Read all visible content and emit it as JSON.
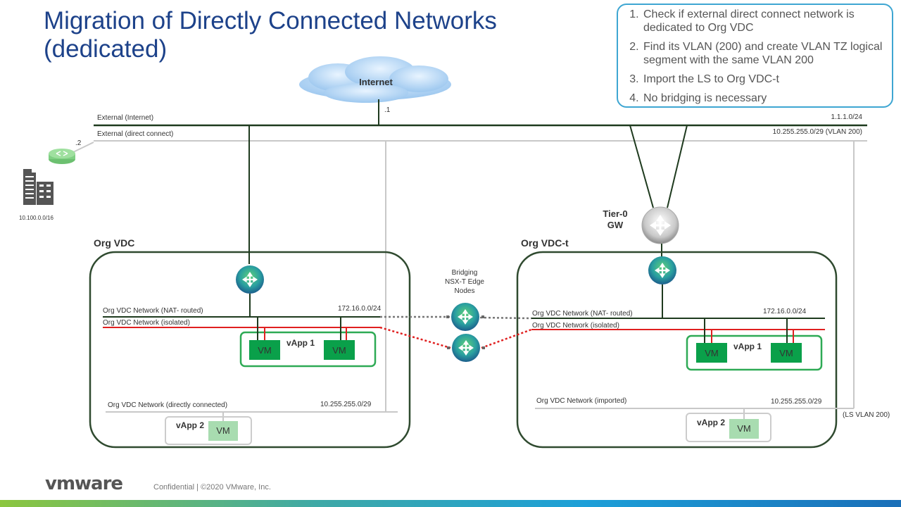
{
  "title_line1": "Migration of Directly Connected Networks",
  "title_line2": "(dedicated)",
  "steps": [
    "Check if external direct connect network is dedicated to Org VDC",
    "Find its VLAN (200) and create VLAN TZ logical segment with the same VLAN 200",
    "Import the LS to Org VDC-t",
    "No bridging is necessary"
  ],
  "labels": {
    "internet": "Internet",
    "dot1": ".1",
    "dot2": ".2",
    "ext_internet": "External (Internet)",
    "ext_direct": "External (direct connect)",
    "net_internet": "1.1.1.0/24",
    "net_direct": "10.255.255.0/29 (VLAN 200)",
    "building_net": "10.100.0.0/16",
    "tier0_line1": "Tier-0",
    "tier0_line2": "GW",
    "org_vdc": "Org VDC",
    "org_vdc_t": "Org VDC-t",
    "bridging_line1": "Bridging",
    "bridging_line2": "NSX-T Edge",
    "bridging_line3": "Nodes",
    "nat_routed": "Org VDC Network (NAT- routed)",
    "isolated": "Org VDC Network (isolated)",
    "nat_subnet": "172.16.0.0/24",
    "vapp1": "vApp 1",
    "vapp2": "vApp 2",
    "vm": "VM",
    "directly_connected": "Org VDC Network (directly connected)",
    "imported": "Org VDC Network (imported)",
    "dc_subnet": "10.255.255.0/29",
    "ls_vlan": "(LS VLAN 200)"
  },
  "footer": {
    "logo": "vmware",
    "confidential": "Confidential  |  ©2020 VMware, Inc."
  },
  "colors": {
    "title": "#1d428a",
    "box_border": "#3ea6d2",
    "vdc_border": "#2f4a2f",
    "line_dark": "#1e3a1e",
    "line_grey": "#c8c8c8",
    "isolated_red": "#e02020",
    "vm_green": "#0aa04a",
    "vapp_border": "#2eaa55"
  }
}
